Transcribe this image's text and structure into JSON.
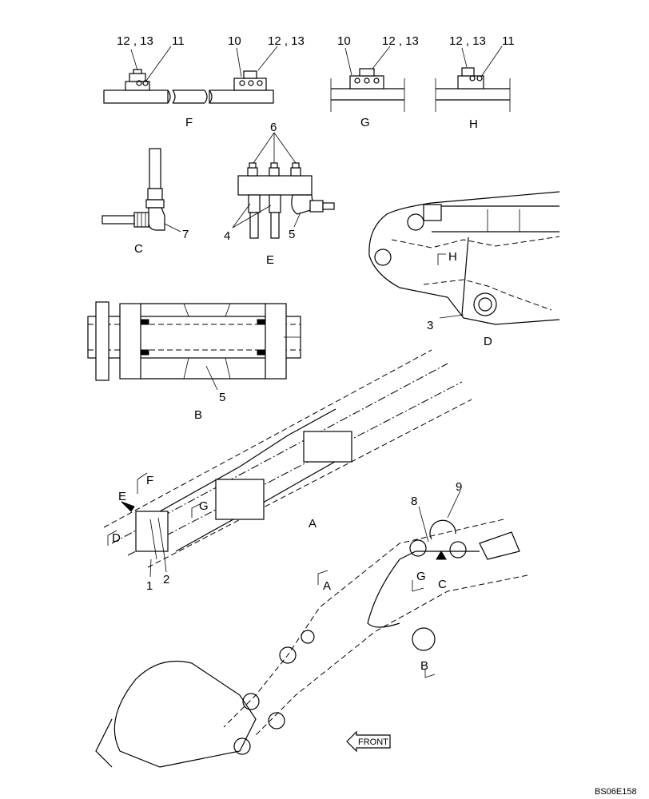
{
  "callouts": {
    "c1": "1",
    "c2": "2",
    "c3": "3",
    "c4": "4",
    "c5a": "5",
    "c5b": "5",
    "c6": "6",
    "c7": "7",
    "c8": "8",
    "c9": "9",
    "c10a": "10",
    "c10b": "10",
    "c11a": "11",
    "c11b": "11",
    "c1213a": "12 , 13",
    "c1213b": "12 , 13",
    "c1213c": "12 , 13",
    "c1213d": "12 , 13"
  },
  "views": {
    "F": "F",
    "G": "G",
    "H": "H",
    "C": "C",
    "E": "E",
    "D": "D",
    "B": "B",
    "A": "A"
  },
  "section_marks": {
    "F": "F",
    "G": "G",
    "E": "E",
    "D": "D",
    "A": "A",
    "B": "B",
    "C": "C",
    "H": "H",
    "G2": "G"
  },
  "front_label": "FRONT",
  "drawing_code": "BS06E158"
}
